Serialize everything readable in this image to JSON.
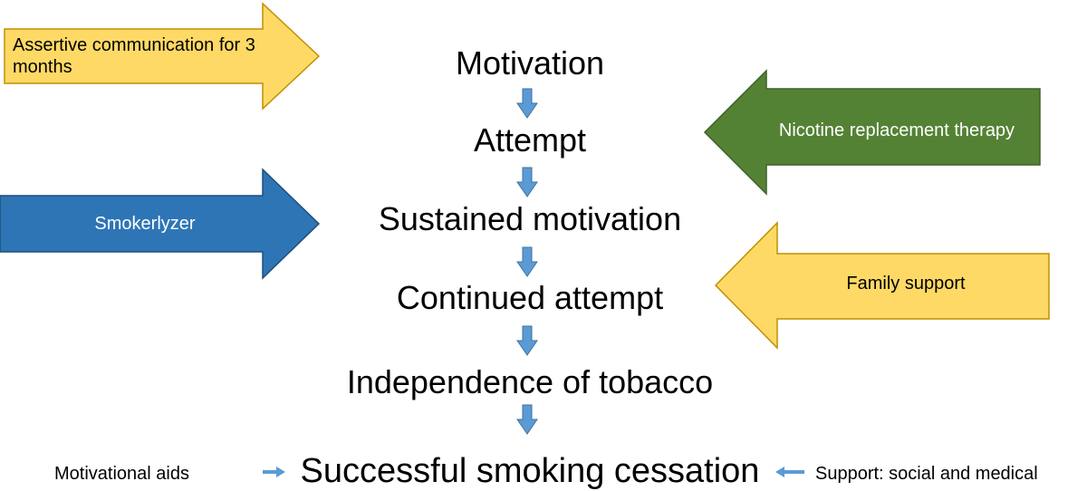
{
  "steps": [
    "Motivation",
    "Attempt",
    "Sustained motivation",
    "Continued attempt",
    "Independence of tobacco",
    "Successful smoking cessation"
  ],
  "interventions": {
    "assertive": "Assertive communication for 3 months",
    "nicotine": "Nicotine replacement therapy",
    "smokerlyzer": "Smokerlyzer",
    "family": "Family support"
  },
  "side_labels": {
    "left": "Motivational aids",
    "right": "Support: social and medical"
  },
  "colors": {
    "yellow": "#FFD966",
    "yellow_stroke": "#BF9000",
    "green": "#548235",
    "green_stroke": "#3E6127",
    "blue": "#2E75B6",
    "blue_stroke": "#1F4E79",
    "small_arrow": "#5B9BD5",
    "small_arrow_stroke": "#41719C"
  }
}
